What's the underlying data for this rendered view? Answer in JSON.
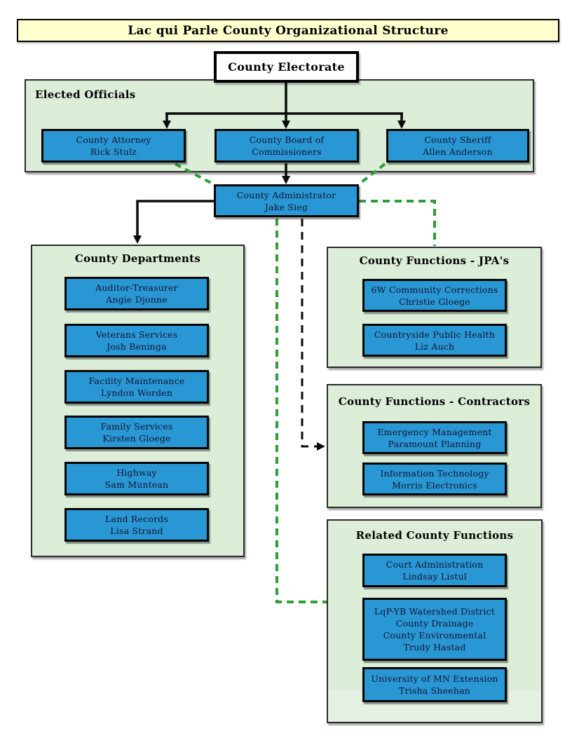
{
  "colors": {
    "box_blue": "#2997d4",
    "panel_green": "#dcedd8",
    "banner_yellow": "#ffffce",
    "dash_green": "#2e9e38",
    "line_black": "#0a0a0a"
  },
  "banner": {
    "text": "Lac qui Parle County Organizational Structure"
  },
  "electorate": {
    "label": "County Electorate"
  },
  "elected": {
    "title": "Elected Officials",
    "boxes": [
      {
        "lines": [
          "County Attorney",
          "Rick Stulz"
        ]
      },
      {
        "lines": [
          "County Board of",
          "Commissioners"
        ]
      },
      {
        "lines": [
          "County Sheriff",
          "Allen Anderson"
        ]
      }
    ]
  },
  "admin": {
    "lines": [
      "County Administrator",
      "Jake Sieg"
    ]
  },
  "departments": {
    "title": "County Departments",
    "boxes": [
      {
        "lines": [
          "Auditor-Treasurer",
          "Angie Djonne"
        ]
      },
      {
        "lines": [
          "Veterans Services",
          "Josh Beninga"
        ]
      },
      {
        "lines": [
          "Facility Maintenance",
          "Lyndon Worden"
        ]
      },
      {
        "lines": [
          "Family Services",
          "Kirsten Gloege"
        ]
      },
      {
        "lines": [
          "Highway",
          "Sam Muntean"
        ]
      },
      {
        "lines": [
          "Land Records",
          "Lisa Strand"
        ]
      }
    ]
  },
  "jpa": {
    "title": "County Functions - JPA's",
    "boxes": [
      {
        "lines": [
          "6W Community Corrections",
          "Christie Gloege"
        ]
      },
      {
        "lines": [
          "Countryside Public Health",
          "Liz Auch"
        ]
      }
    ]
  },
  "contractors": {
    "title": "County Functions - Contractors",
    "boxes": [
      {
        "lines": [
          "Emergency Management",
          "Paramount Planning"
        ]
      },
      {
        "lines": [
          "Information Technology",
          "Morris Electronics"
        ]
      }
    ]
  },
  "related": {
    "title": "Related County Functions",
    "boxes": [
      {
        "lines": [
          "Court Administration",
          "Lindsay Listul"
        ]
      },
      {
        "lines": [
          "LqP-YB Watershed District",
          "County Drainage",
          "County Environmental",
          "Trudy Hastad"
        ]
      },
      {
        "lines": [
          "University of MN Extension",
          "Trisha Sheehan"
        ]
      }
    ]
  }
}
